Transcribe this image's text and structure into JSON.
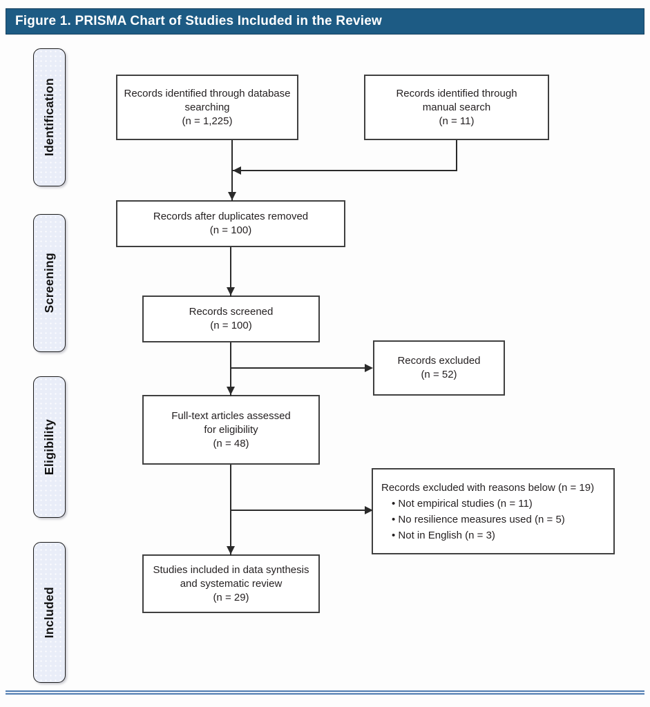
{
  "title": "Figure 1. PRISMA Chart of Studies Included in the Review",
  "colors": {
    "header_bg": "#1d5b84",
    "header_text": "#ffffff",
    "stage_bg": "#e9edf8",
    "stage_border": "#1a1a1a",
    "box_border": "#3f3f3f",
    "line": "#2a2a2a",
    "footer_rule": "#4f7cb0"
  },
  "stages": [
    {
      "label": "Identification"
    },
    {
      "label": "Screening"
    },
    {
      "label": "Eligibility"
    },
    {
      "label": "Included"
    }
  ],
  "nodes": {
    "db_search": {
      "lines": [
        "Records identified through database",
        "searching",
        "(n = 1,225)"
      ]
    },
    "manual_search": {
      "lines": [
        "Records identified through",
        "manual search",
        "(n = 11)"
      ]
    },
    "duplicates_removed": {
      "lines": [
        "Records after duplicates removed",
        "(n = 100)"
      ]
    },
    "screened": {
      "lines": [
        "Records screened",
        "(n = 100)"
      ]
    },
    "excluded": {
      "lines": [
        "Records excluded",
        "(n = 52)"
      ]
    },
    "fulltext": {
      "lines": [
        "Full-text articles assessed",
        "for eligibility",
        "(n = 48)"
      ]
    },
    "excluded_reasons": {
      "heading": "Records excluded with reasons below (n = 19)",
      "bullets": [
        "Not empirical studies (n = 11)",
        "No resilience measures used (n = 5)",
        "Not in English (n = 3)"
      ]
    },
    "included": {
      "lines": [
        "Studies included in data synthesis",
        "and systematic review",
        "(n = 29)"
      ]
    }
  }
}
